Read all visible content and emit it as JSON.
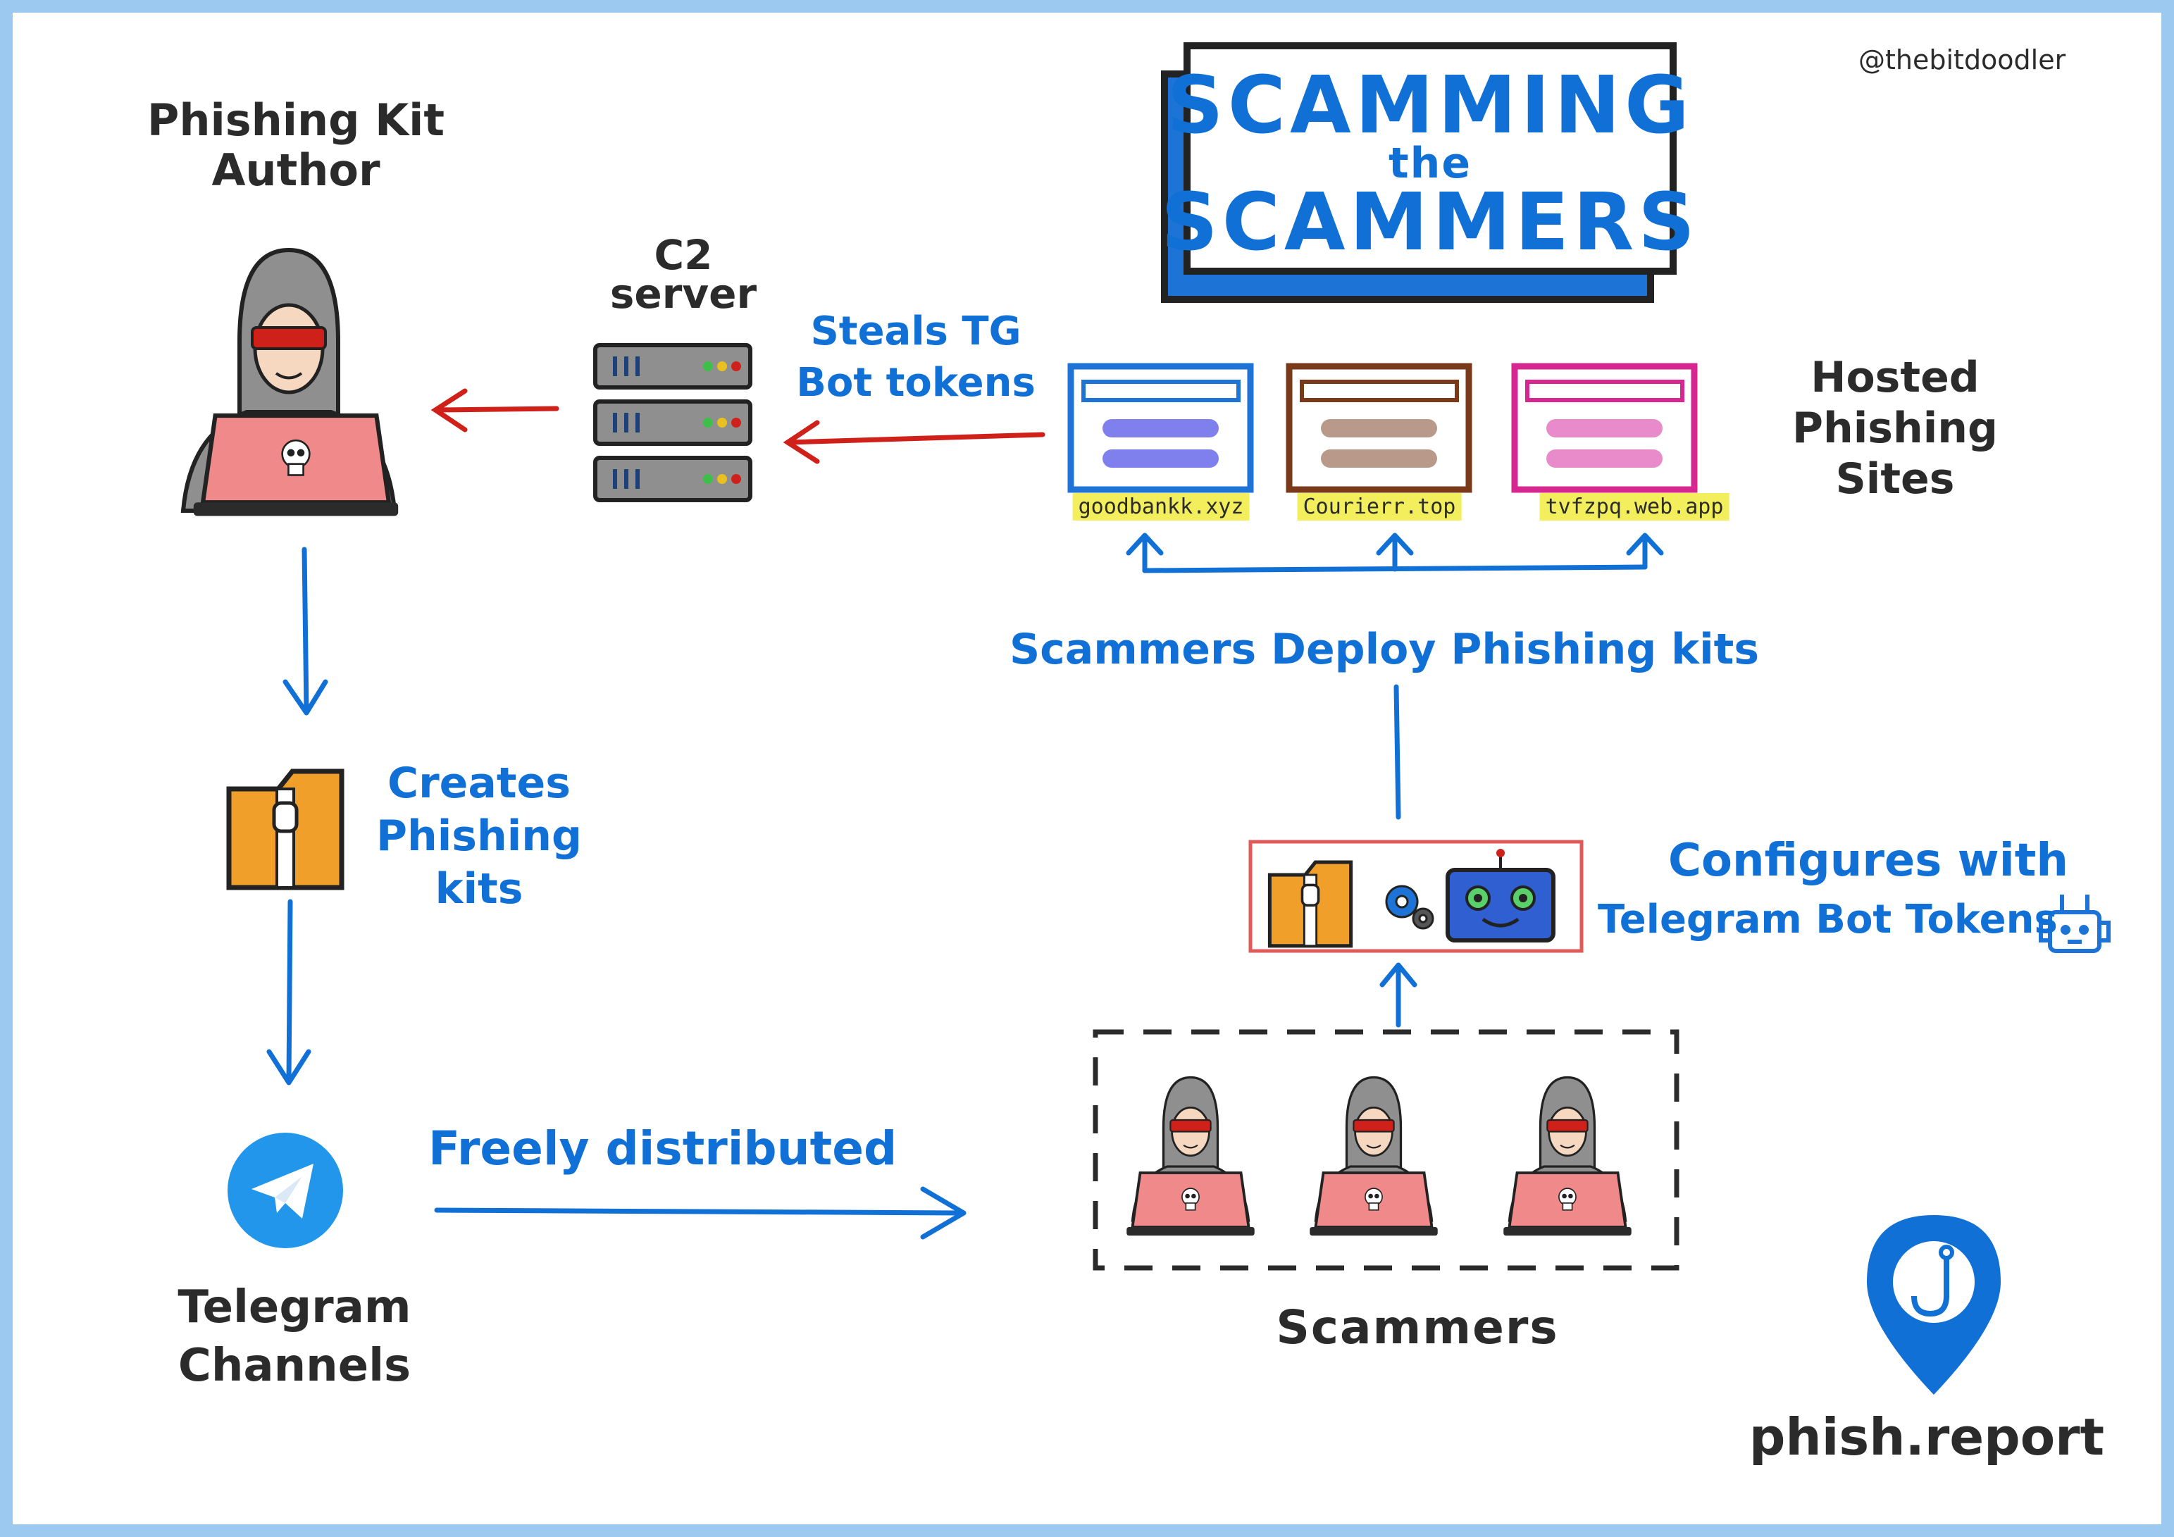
{
  "title": {
    "line1": "SCAMMING",
    "line2": "the",
    "line3": "SCAMMERS"
  },
  "credit": "@thebitdoodler",
  "nodes": {
    "author": "Phishing Kit Author",
    "c2": "C2 server",
    "hosted": "Hosted Phishing Sites",
    "telegram": "Telegram Channels",
    "scammers": "Scammers"
  },
  "edges": {
    "steals": "Steals TG Bot tokens",
    "creates": "Creates Phishing kits",
    "deploy": "Scammers Deploy Phishing kits",
    "configures": "Configures with",
    "configures_sub": "Telegram Bot Tokens",
    "distributed": "Freely distributed"
  },
  "sites": [
    {
      "domain": "goodbankk.xyz",
      "color": "#1d73d6",
      "bar": "#7f80ee"
    },
    {
      "domain": "Courierr.top",
      "color": "#7a3a1a",
      "bar": "#b99a8a"
    },
    {
      "domain": "tvfzpq.web.app",
      "color": "#d6268f",
      "bar": "#e98acb"
    }
  ],
  "brand": "phish.report",
  "colors": {
    "blue": "#1170d6",
    "red": "#d0201a",
    "pink": "#f08a8a",
    "orange": "#f0a02a",
    "background": "#9cc9f0"
  },
  "icons": [
    "hooded-hacker-icon",
    "server-icon",
    "zip-folder-icon",
    "telegram-icon",
    "gear-icon",
    "robot-icon",
    "skull-icon",
    "location-pin-icon"
  ]
}
